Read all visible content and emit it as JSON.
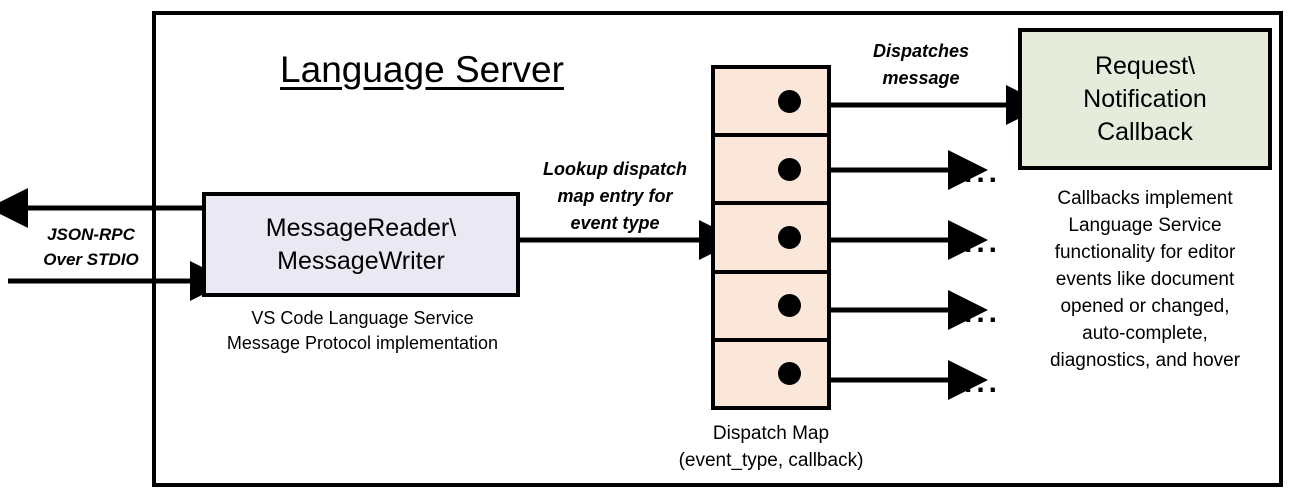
{
  "diagram": {
    "title": "Language Server",
    "frame_label": "Language Server"
  },
  "message_component": {
    "line1": "MessageReader\\",
    "line2": "MessageWriter",
    "caption_line1": "VS Code Language Service",
    "caption_line2": "Message Protocol implementation"
  },
  "transport": {
    "label_line1": "JSON-RPC",
    "label_line2": "Over STDIO"
  },
  "lookup_edge": {
    "line1": "Lookup dispatch",
    "line2": "map entry for",
    "line3": "event type"
  },
  "dispatch_edge": {
    "line1": "Dispatches",
    "line2": "message"
  },
  "dispatch_map": {
    "caption_line1": "Dispatch Map",
    "caption_line2": "(event_type, callback)",
    "cells": [
      {
        "index": 1,
        "dot": "callback-pointer"
      },
      {
        "index": 2,
        "dot": "callback-pointer"
      },
      {
        "index": 3,
        "dot": "callback-pointer"
      },
      {
        "index": 4,
        "dot": "callback-pointer"
      },
      {
        "index": 5,
        "dot": "callback-pointer"
      }
    ],
    "ellipses": [
      "...",
      "...",
      "...",
      "..."
    ]
  },
  "callback": {
    "line1": "Request\\",
    "line2": "Notification",
    "line3": "Callback",
    "caption_line1": "Callbacks implement",
    "caption_line2": "Language Service",
    "caption_line3": "functionality for editor",
    "caption_line4": "events like document",
    "caption_line5": "opened or changed,",
    "caption_line6": "auto-complete,",
    "caption_line7": "diagnostics, and hover"
  },
  "colors": {
    "message_box_fill": "#eae8f2",
    "dispatch_map_fill": "#fbe7d9",
    "callback_box_fill": "#e6ecdc",
    "stroke": "#000000",
    "background": "#ffffff"
  }
}
